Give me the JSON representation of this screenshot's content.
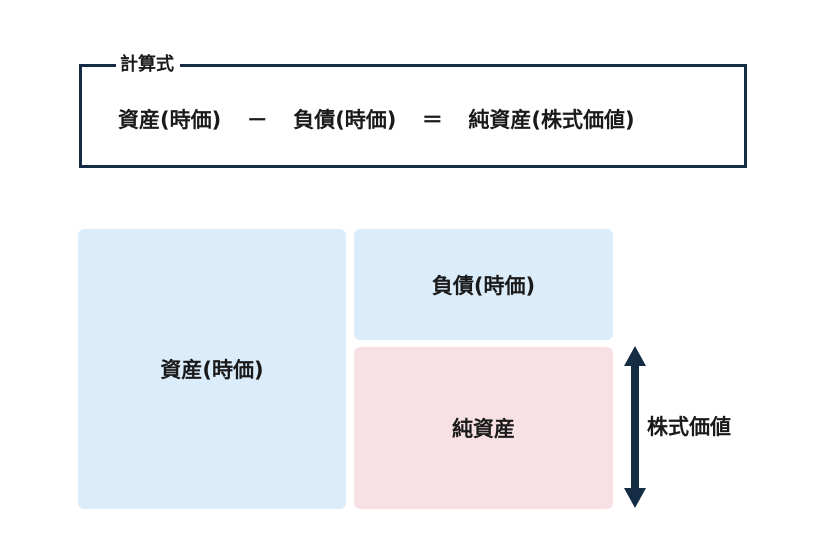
{
  "formula": {
    "caption": "計算式",
    "term1": "資産(時価)",
    "op1": "－",
    "term2": "負債(時価)",
    "op2": "＝",
    "result": "純資産(株式価値)"
  },
  "diagram": {
    "assets_label": "資産(時価)",
    "liabilities_label": "負債(時価)",
    "net_assets_label": "純資産",
    "equity_value_label": "株式価値",
    "colors": {
      "frame": "#142c44",
      "blue_block": "#dbecfb",
      "pink_block": "#f7e1e4",
      "arrow": "#142c44"
    }
  }
}
